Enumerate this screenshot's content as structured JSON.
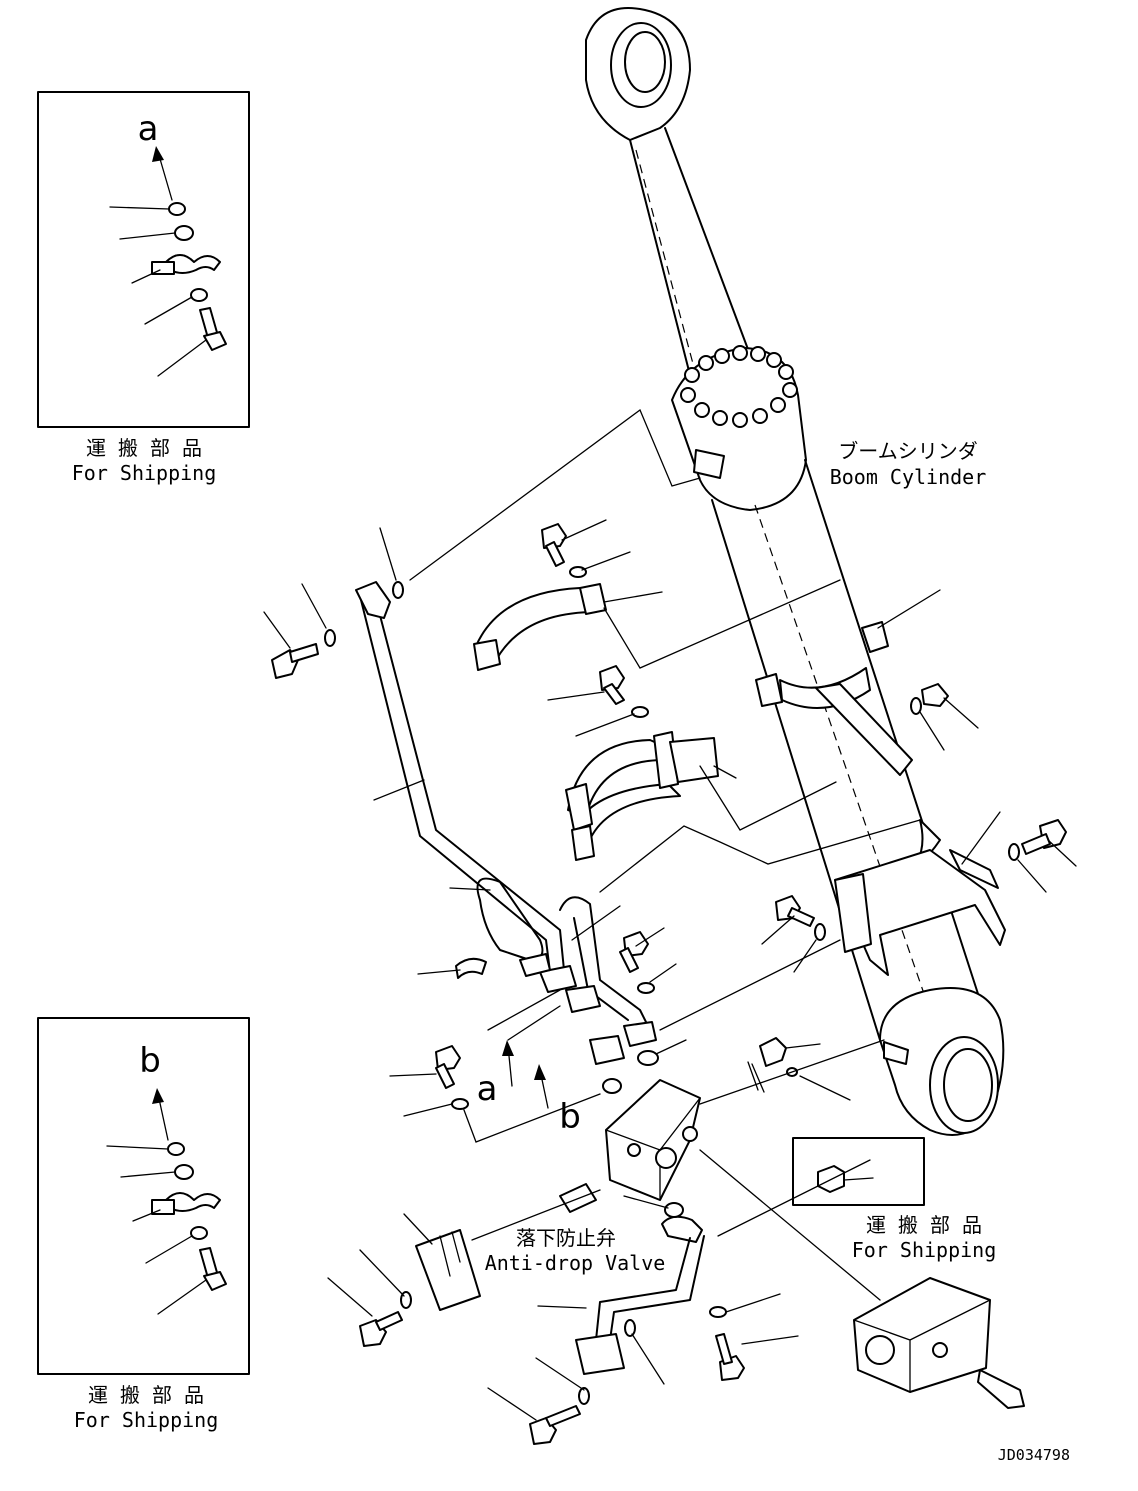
{
  "inset_a": {
    "letter": "a",
    "caption_jp": "運 搬 部 品",
    "caption_en": "For Shipping"
  },
  "inset_b": {
    "letter": "b",
    "caption_jp": "運 搬 部 品",
    "caption_en": "For Shipping"
  },
  "inset_c": {
    "caption_jp": "運 搬 部 品",
    "caption_en": "For Shipping"
  },
  "boom_cylinder": {
    "label_jp": "ブームシリンダ",
    "label_en": "Boom Cylinder"
  },
  "anti_drop_valve": {
    "label_jp": "落下防止弁",
    "label_en": "Anti-drop Valve"
  },
  "view_arrows": {
    "a": "a",
    "b": "b"
  },
  "drawing_number": "JD034798"
}
